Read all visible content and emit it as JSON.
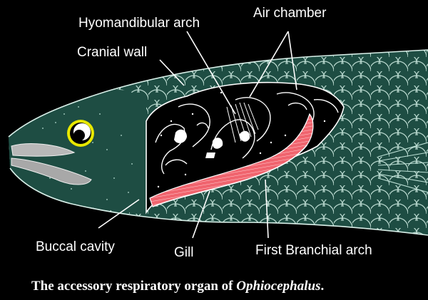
{
  "labels": {
    "hyomandibular_arch": "Hyomandibular arch",
    "air_chamber": "Air chamber",
    "cranial_wall": "Cranial  wall",
    "buccal_cavity": "Buccal cavity",
    "gill": "Gill",
    "first_branchial_arch": "First Branchial arch"
  },
  "caption": {
    "text": "The accessory respiratory organ of ",
    "genus": "Ophiocephalus",
    "end": "."
  },
  "colors": {
    "background": "#000000",
    "fish_body": "#1e4d43",
    "scale_lines": "#c8e6dc",
    "gill": "#f0646e",
    "eye_ring": "#d4d400",
    "label_text": "#ffffff"
  }
}
